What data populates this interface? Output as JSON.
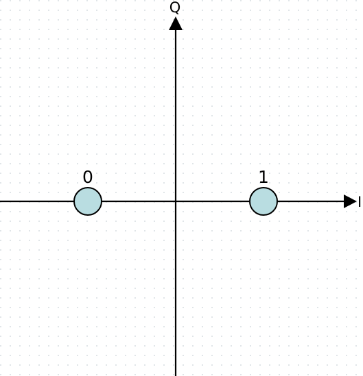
{
  "diagram": {
    "axes": {
      "horizontal_label": "I",
      "vertical_label": "Q"
    },
    "symbols": [
      {
        "label": "0",
        "i": -1,
        "q": 0
      },
      {
        "label": "1",
        "i": 1,
        "q": 0
      }
    ],
    "colors": {
      "background": "#ffffff",
      "grid_dot": "#c9d3d8",
      "axis": "#000000",
      "symbol_fill": "#b9dde1",
      "symbol_stroke": "#000000"
    }
  }
}
